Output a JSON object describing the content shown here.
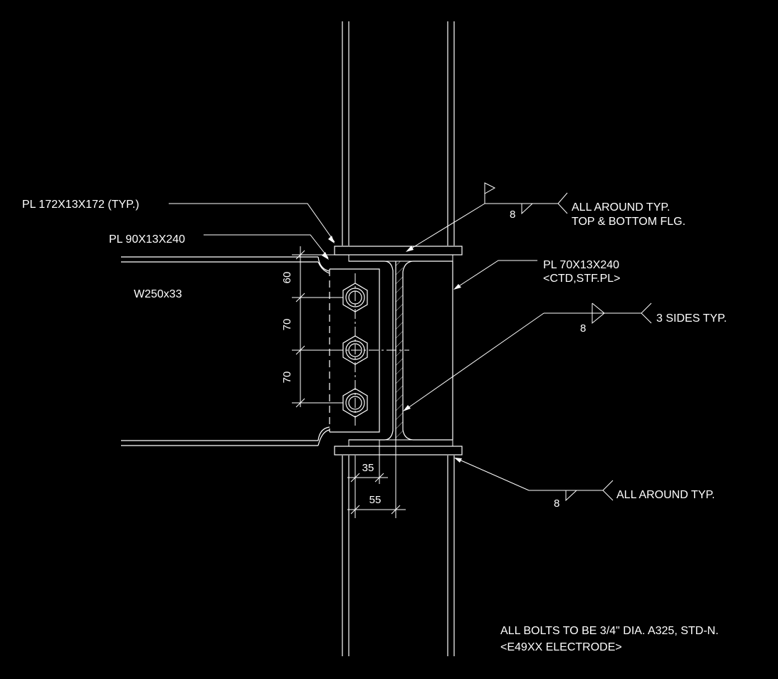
{
  "labels": {
    "pl_cap": "PL 172X13X172 (TYP.)",
    "pl_shear": "PL 90X13X240",
    "beam": "W250x33",
    "pl_stiff_line1": "PL 70X13X240",
    "pl_stiff_line2": "<CTD,STF.PL>",
    "weld_top_line1": "ALL AROUND TYP.",
    "weld_top_line2": "TOP & BOTTOM FLG.",
    "weld_top_size": "8",
    "weld_mid": "3 SIDES TYP.",
    "weld_mid_size": "8",
    "weld_bot": "ALL AROUND TYP.",
    "weld_bot_size": "8",
    "note_line1": "ALL BOLTS TO BE 3/4\" DIA. A325, STD-N.",
    "note_line2": "<E49XX ELECTRODE>"
  },
  "dimensions": {
    "d60": "60",
    "d70a": "70",
    "d70b": "70",
    "d35": "35",
    "d55": "55"
  },
  "colors": {
    "background": "#000000",
    "linework": "#ffffff"
  }
}
